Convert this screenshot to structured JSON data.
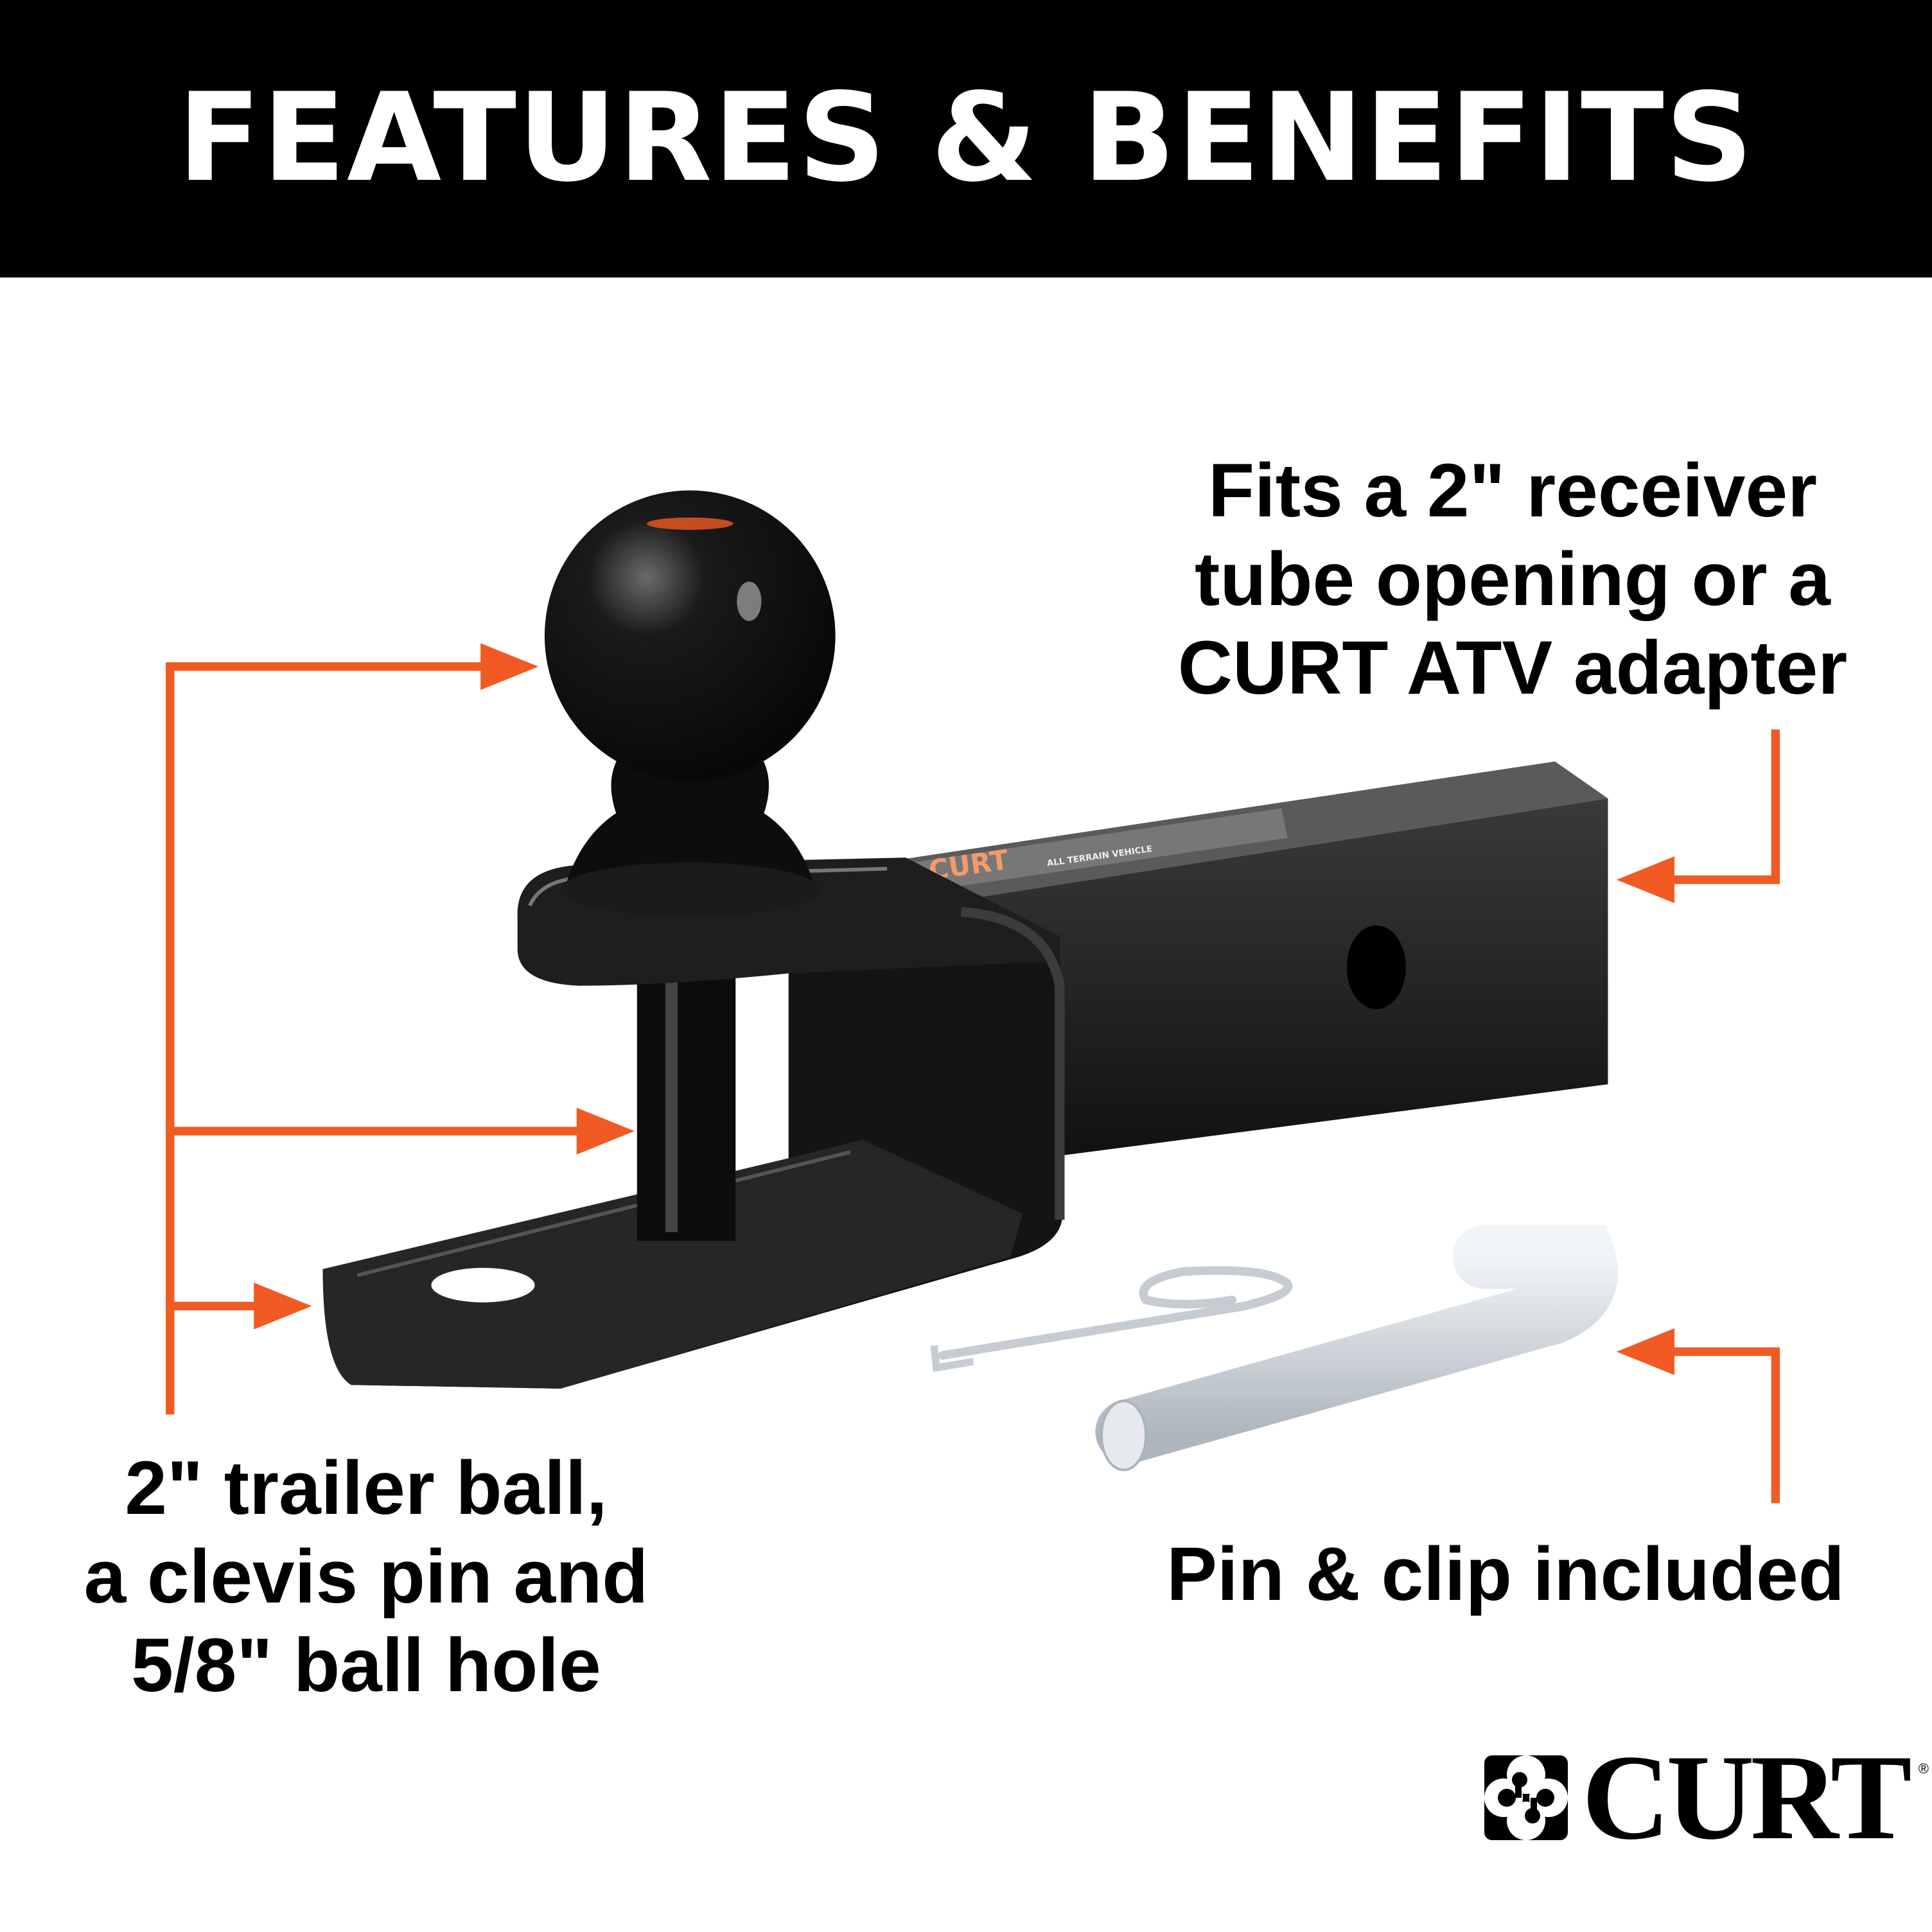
{
  "header": {
    "title": "FEATURES & BENEFITS"
  },
  "callouts": {
    "receiver": {
      "lines": [
        "Fits a 2\" receiver",
        "tube opening or a",
        "CURT ATV adapter"
      ]
    },
    "ball": {
      "lines": [
        "2\" trailer ball,",
        "a clevis pin and",
        "5/8\" ball hole"
      ]
    },
    "pin": {
      "lines": [
        "Pin & clip included"
      ]
    }
  },
  "product_label": {
    "brand": "CURT",
    "text": "ALL TERRAIN VEHICLE"
  },
  "logo": {
    "text": "CURT",
    "registered": "®"
  },
  "colors": {
    "accent": "#f15a22",
    "header_bg": "#000000",
    "steel": "#1c1c1c",
    "zinc": "#d9dee3"
  }
}
